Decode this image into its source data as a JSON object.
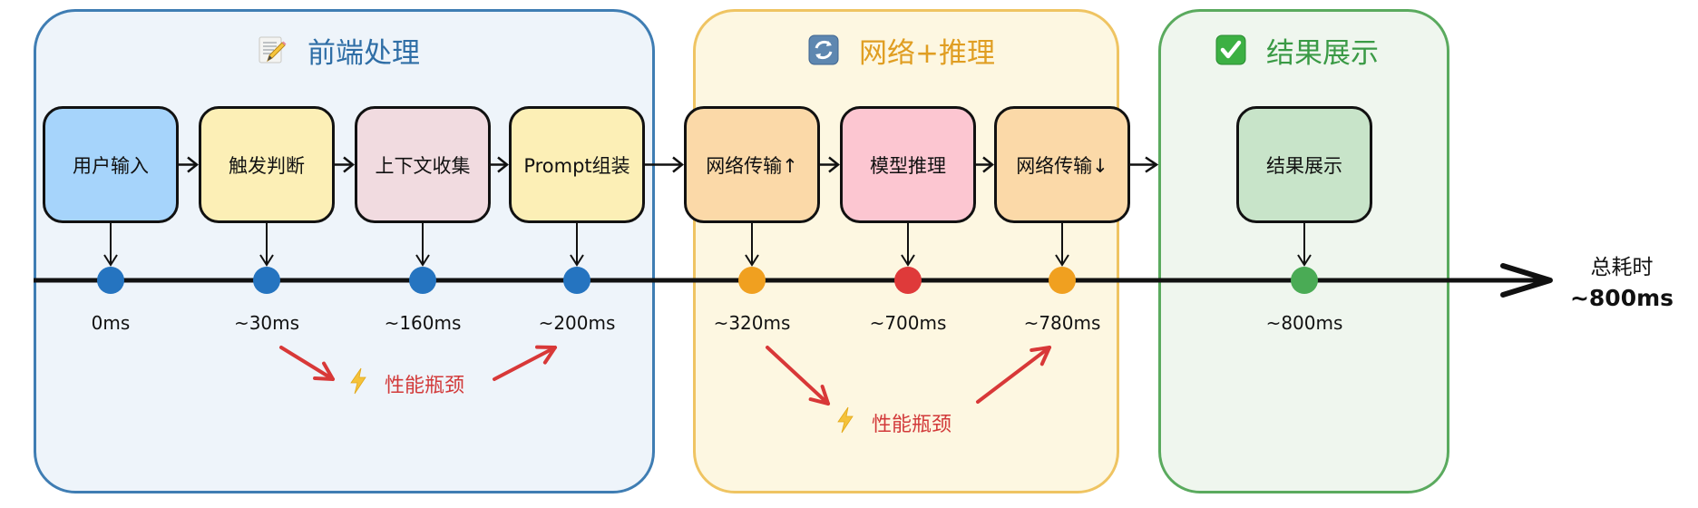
{
  "sections": [
    {
      "id": "front",
      "title": "前端处理",
      "icon": "memo-pencil-icon",
      "border_color": "#3f7db3",
      "title_color": "#2f6ea6",
      "bg_color": "#eef4fa"
    },
    {
      "id": "net",
      "title": "网络+推理",
      "icon": "refresh-arrows-icon",
      "border_color": "#efc462",
      "title_color": "#e09e22",
      "bg_color": "#fdf7e1"
    },
    {
      "id": "result",
      "title": "结果展示",
      "icon": "check-mark-button-icon",
      "border_color": "#5aaa5e",
      "title_color": "#3a9a45",
      "bg_color": "#eff6ee"
    }
  ],
  "steps": [
    {
      "label": "用户输入",
      "time": "0ms",
      "fill": "#a6d4fb",
      "dot_color": "#2574c0"
    },
    {
      "label": "触发判断",
      "time": "~30ms",
      "fill": "#fcefb6",
      "dot_color": "#2574c0"
    },
    {
      "label": "上下文收集",
      "time": "~160ms",
      "fill": "#f1dbe0",
      "dot_color": "#2574c0"
    },
    {
      "label": "Prompt组装",
      "time": "~200ms",
      "fill": "#fcefb6",
      "dot_color": "#2574c0"
    },
    {
      "label": "网络传输↑",
      "time": "~320ms",
      "fill": "#fbd9a8",
      "dot_color": "#f0a020"
    },
    {
      "label": "模型推理",
      "time": "~700ms",
      "fill": "#fcc6d1",
      "dot_color": "#df3a3a"
    },
    {
      "label": "网络传输↓",
      "time": "~780ms",
      "fill": "#fbd9a8",
      "dot_color": "#f0a020"
    },
    {
      "label": "结果展示",
      "time": "~800ms",
      "fill": "#c8e4c9",
      "dot_color": "#4aab55"
    }
  ],
  "bottlenecks": [
    {
      "label": "性能瓶颈",
      "icon": "lightning-icon",
      "between": [
        "~30ms",
        "~200ms"
      ]
    },
    {
      "label": "性能瓶颈",
      "icon": "lightning-icon",
      "between": [
        "~320ms",
        "~780ms"
      ]
    }
  ],
  "total": {
    "label": "总耗时",
    "value": "~800ms"
  },
  "colors": {
    "arrow_red": "#d83838",
    "line": "#111111",
    "bolt": "#f5c23a"
  }
}
